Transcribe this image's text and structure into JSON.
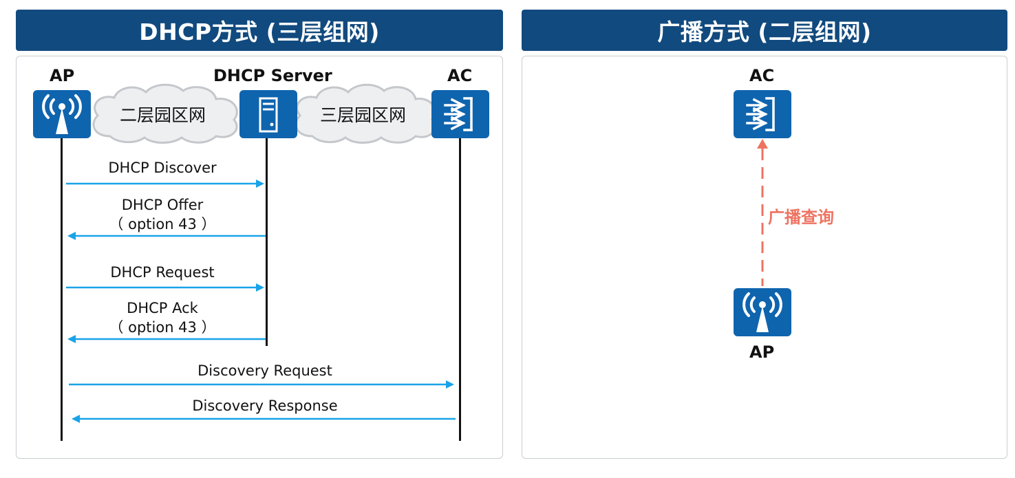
{
  "left": {
    "title": "DHCP方式 (三层组网)",
    "labels": {
      "ap": "AP",
      "server": "DHCP Server",
      "ac": "AC"
    },
    "clouds": {
      "layer2": "二层园区网",
      "layer3": "三层园区网"
    },
    "messages": [
      {
        "line1": "DHCP Discover",
        "line2": ""
      },
      {
        "line1": "DHCP Offer",
        "line2": "（ option 43 ）"
      },
      {
        "line1": "DHCP Request",
        "line2": ""
      },
      {
        "line1": "DHCP Ack",
        "line2": "（ option 43 ）"
      },
      {
        "line1": "Discovery Request",
        "line2": ""
      },
      {
        "line1": "Discovery Response",
        "line2": ""
      }
    ]
  },
  "right": {
    "title": "广播方式 (二层组网)",
    "labels": {
      "ac": "AC",
      "ap": "AP"
    },
    "broadcast": "广播查询"
  },
  "colors": {
    "banner": "#114a7e",
    "device": "#0f64ae",
    "arrow": "#1aa3e8",
    "broadcast": "#ee7361",
    "lifeline": "#111111",
    "cloud_fill": "#eeeff1",
    "cloud_stroke": "#c4c7cb"
  },
  "icons": {
    "ap": "wireless-ap-icon",
    "server": "server-icon",
    "ac": "access-controller-icon"
  }
}
